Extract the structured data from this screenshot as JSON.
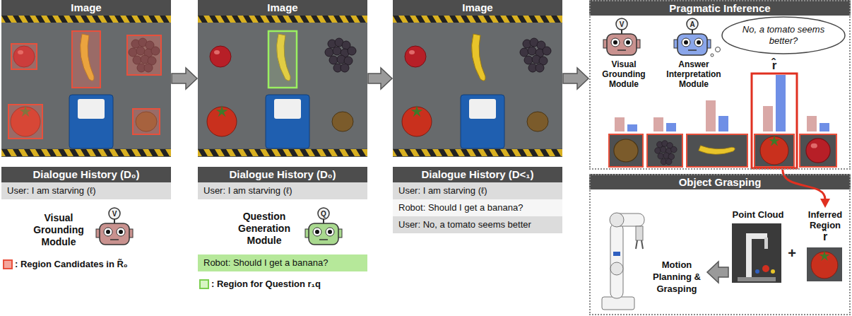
{
  "diagram": {
    "nodes": [
      {
        "text": [
          "Image"
        ]
      },
      {
        "text": [
          "Dialogue History (D₀)"
        ]
      },
      {
        "text": [
          "User: I am starving (ℓ)"
        ],
        "in": 1
      },
      {
        "text": [
          "Visual Grounding Module"
        ]
      },
      {
        "text": [
          "Image"
        ]
      },
      {
        "text": [
          "Dialogue History (D₀)"
        ]
      },
      {
        "text": [
          "User: I am starving (ℓ)"
        ],
        "in": 5
      },
      {
        "text": [
          "Question Generation Module"
        ]
      },
      {
        "text": [
          "Robot: Should I get a banana?"
        ]
      },
      {
        "text": [
          "Image"
        ]
      },
      {
        "text": [
          "Dialogue History (D<₁)"
        ]
      },
      {
        "text": [
          "User: I am starving (ℓ)"
        ],
        "in": 10
      },
      {
        "text": [
          "Robot: Should I get a banana?"
        ],
        "in": 10
      },
      {
        "text": [
          "User: No, a tomato seems better"
        ],
        "in": 10
      },
      {
        "text": [
          "Pragmatic Inference"
        ]
      },
      {
        "text": [
          "Visual Grounding Module"
        ],
        "in": 14
      },
      {
        "text": [
          "Answer Interpretation Module"
        ],
        "in": 14
      },
      {
        "text": [
          "No, a tomato seems better?"
        ],
        "in": 14
      },
      {
        "text": [
          "Object Grasping"
        ]
      },
      {
        "text": [
          "Motion Planning & Grasping"
        ],
        "in": 18
      },
      {
        "text": [
          "Point Cloud"
        ],
        "in": 18
      },
      {
        "text": [
          "Inferred Region",
          "r̂"
        ],
        "in": 18
      }
    ],
    "edges": [
      {
        "from": 0,
        "to": 4,
        "arrow": "to"
      },
      {
        "from": 4,
        "to": 9,
        "arrow": "to"
      },
      {
        "from": 9,
        "to": 14,
        "arrow": "to"
      },
      {
        "from": 14,
        "to": 21,
        "arrow": "to"
      },
      {
        "from": 20,
        "to": 19,
        "arrow": "to"
      }
    ],
    "labels": [
      "V",
      "Q",
      "V",
      "A",
      "r̂",
      "+"
    ],
    "legend": [
      {
        "text": ": Region Candidates in R̃₀",
        "color": "#f4a69c"
      },
      {
        "text": ": Region for Question r₁q",
        "color": "#d8f5c4"
      }
    ]
  }
}
